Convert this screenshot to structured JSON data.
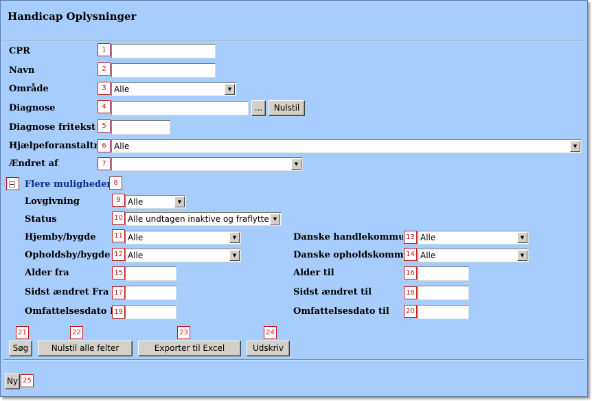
{
  "title": "Handicap Oplysninger",
  "fields": {
    "cpr": {
      "label": "CPR",
      "marker": "1",
      "value": ""
    },
    "navn": {
      "label": "Navn",
      "marker": "2",
      "value": ""
    },
    "omraade": {
      "label": "Område",
      "marker": "3",
      "value": "Alle"
    },
    "diagnose": {
      "label": "Diagnose",
      "marker": "4",
      "value": "",
      "browse_label": "...",
      "reset_label": "Nulstil"
    },
    "diagnose_fritekst": {
      "label": "Diagnose fritekst",
      "marker": "5",
      "value": ""
    },
    "hjaelpeforanstaltning": {
      "label": "Hjælpeforanstaltning",
      "marker": "6",
      "value": "Alle"
    },
    "aendret_af": {
      "label": "Ændret af",
      "marker": "7",
      "value": ""
    }
  },
  "more_options": {
    "label": "Flere muligheder",
    "marker": "8",
    "expanded": true
  },
  "advanced": {
    "lovgivning": {
      "label": "Lovgivning",
      "marker": "9",
      "value": "Alle"
    },
    "status": {
      "label": "Status",
      "marker": "10",
      "value": "Alle undtagen inaktive og fraflyttede"
    },
    "hjemby": {
      "label": "Hjemby/bygde",
      "marker": "11",
      "value": "Alle"
    },
    "opholdsby": {
      "label": "Opholdsby/bygde",
      "marker": "12",
      "value": "Alle"
    },
    "handlekommune": {
      "label": "Danske handlekommune",
      "marker": "13",
      "value": "Alle"
    },
    "opholdskommune": {
      "label": "Danske opholdskommune",
      "marker": "14",
      "value": "Alle"
    },
    "alder_fra": {
      "label": "Alder fra",
      "marker": "15",
      "value": ""
    },
    "alder_til": {
      "label": "Alder til",
      "marker": "16",
      "value": ""
    },
    "sidst_aendret_fra": {
      "label": "Sidst ændret Fra",
      "marker": "17",
      "value": ""
    },
    "sidst_aendret_til": {
      "label": "Sidst ændret til",
      "marker": "18",
      "value": ""
    },
    "omfattelsesdato_fra": {
      "label": "Omfattelsesdato Fra",
      "marker": "19",
      "value": ""
    },
    "omfattelsesdato_til": {
      "label": "Omfattelsesdato til",
      "marker": "20",
      "value": ""
    }
  },
  "actions": {
    "search": {
      "label": "Søg",
      "marker": "21"
    },
    "reset_all": {
      "label": "Nulstil alle felter",
      "marker": "22"
    },
    "export": {
      "label": "Exporter til Excel",
      "marker": "23"
    },
    "print": {
      "label": "Udskriv",
      "marker": "24"
    },
    "new": {
      "label": "Ny",
      "marker": "25"
    }
  },
  "colors": {
    "background": "#a6cdfc",
    "marker": "#c41c1c",
    "link": "#0b2c8f"
  }
}
